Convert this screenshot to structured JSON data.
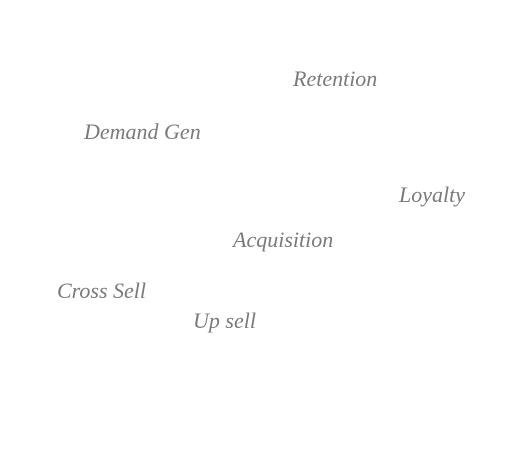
{
  "words": {
    "retention": "Retention",
    "demand_gen": "Demand Gen",
    "loyalty": "Loyalty",
    "acquisition": "Acquisition",
    "cross_sell": "Cross Sell",
    "up_sell": "Up sell"
  },
  "colors": {
    "background": "#ffffff",
    "text": "#7a7a7a"
  }
}
